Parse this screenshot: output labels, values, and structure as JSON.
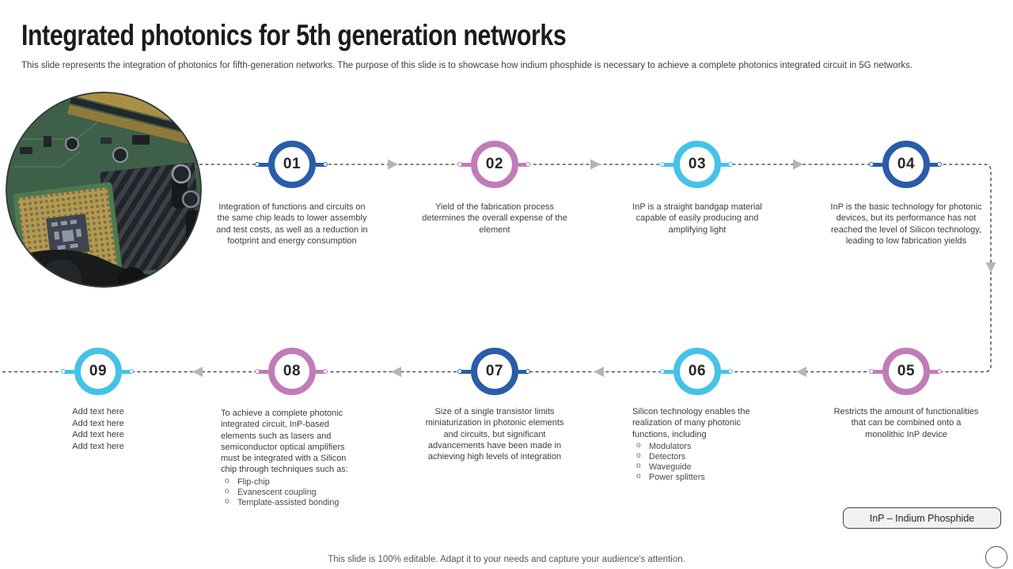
{
  "header": {
    "title": "Integrated photonics for 5th generation networks",
    "subtitle": "This slide represents the integration of photonics for fifth-generation networks. The purpose of this slide is to showcase how indium phosphide is necessary to achieve a complete photonics integrated circuit in 5G networks."
  },
  "colors": {
    "blue": "#2a5ca8",
    "cyan": "#45c2e8",
    "orchid": "#c07cb8",
    "dash": "#363636",
    "arrow": "#b5b5b5"
  },
  "nodes": [
    {
      "number": "01",
      "color": "blue",
      "text": "Integration of functions and circuits on the same chip leads to lower assembly and test costs, as well as a reduction in footprint and energy consumption"
    },
    {
      "number": "02",
      "color": "orchid",
      "text": "Yield of the fabrication process determines the overall expense of the element"
    },
    {
      "number": "03",
      "color": "cyan",
      "text": "InP is a straight bandgap material capable of easily producing and amplifying light"
    },
    {
      "number": "04",
      "color": "blue",
      "text": "InP is the basic technology for photonic devices, but its performance has not reached the level of Silicon technology, leading to low fabrication yields"
    },
    {
      "number": "05",
      "color": "orchid",
      "text": "Restricts the amount of functionalities that can be combined onto a monolithic InP device"
    },
    {
      "number": "06",
      "color": "cyan",
      "text": "Silicon technology enables the realization of many photonic functions, including",
      "bullets": [
        "Modulators",
        "Detectors",
        "Waveguide",
        "Power splitters"
      ]
    },
    {
      "number": "07",
      "color": "blue",
      "text": "Size of a single transistor limits miniaturization in photonic elements and circuits, but significant advancements have been made in achieving high levels of integration"
    },
    {
      "number": "08",
      "color": "orchid",
      "text": "To achieve a complete photonic integrated circuit, InP-based elements such as lasers and semiconductor optical amplifiers must be integrated with a Silicon chip through techniques such as:",
      "bullets": [
        "Flip-chip",
        "Evanescent coupling",
        "Template-assisted bonding"
      ]
    },
    {
      "number": "09",
      "color": "cyan",
      "lines": [
        "Add text here",
        "Add text here",
        "Add text here",
        "Add text here"
      ]
    }
  ],
  "legend": {
    "label": "InP – Indium Phosphide"
  },
  "footer": {
    "note": "This slide is 100% editable. Adapt it to your needs and capture your audience's attention."
  }
}
